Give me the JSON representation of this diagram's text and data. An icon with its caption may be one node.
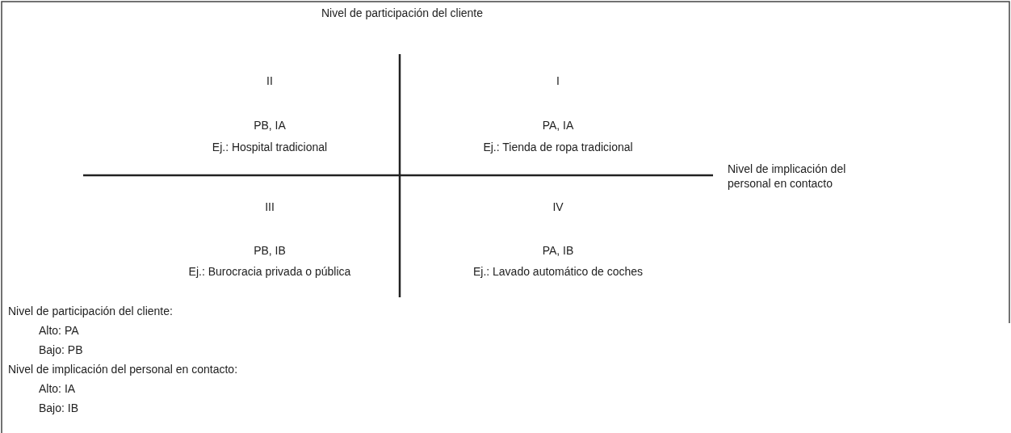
{
  "diagram": {
    "labels": [
      "Nivel de participación del cliente",
      "II",
      "I",
      "PB, IA",
      "Ej.: Hospital tradicional",
      "PA, IA",
      "Ej.: Tienda de ropa tradicional",
      "Nivel de implicación del personal en contacto",
      "III",
      "IV",
      "PB, IB",
      "Ej.: Burocracia privada o pública",
      "PA, IB",
      "Ej.: Lavado automático de coches",
      "Nivel de participación del cliente:",
      "Alto: PA",
      "Bajo: PB",
      "Nivel de implicación del personal en contacto:",
      "Alto: IA",
      "Bajo: IB"
    ]
  }
}
